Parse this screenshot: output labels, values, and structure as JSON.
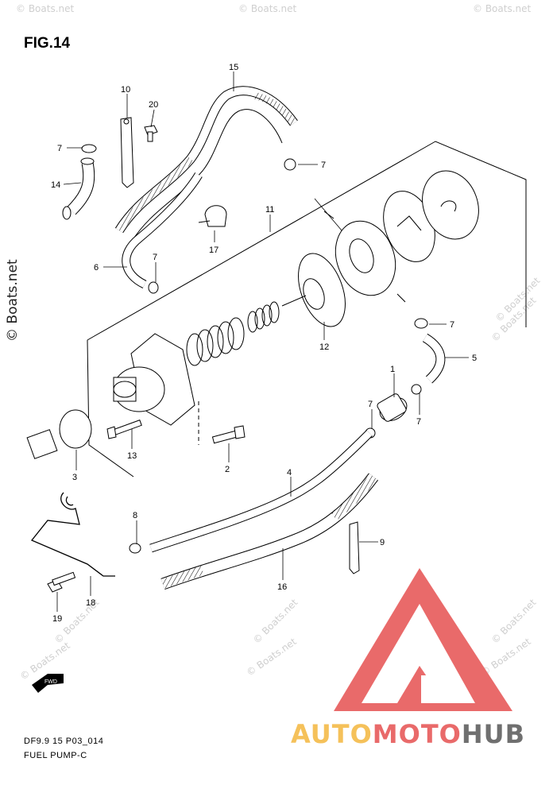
{
  "figure_title": "FIG.14",
  "caption_code": "DF9.9 15 P03_014",
  "caption_name": "FUEL PUMP-C",
  "watermarks": {
    "side": "© Boats.net",
    "small": "© Boats.net",
    "big": "© Boats.net"
  },
  "brand": {
    "part1": "AUTO",
    "part2": "MOTO",
    "part3": "HUB"
  },
  "part_numbers": [
    "1",
    "2",
    "3",
    "4",
    "5",
    "6",
    "7",
    "8",
    "9",
    "10",
    "11",
    "12",
    "13",
    "14",
    "15",
    "16",
    "17",
    "18",
    "19",
    "20"
  ],
  "callouts": {
    "p15": "15",
    "p10": "10",
    "p20": "20",
    "p7a": "7",
    "p7b": "7",
    "p14": "14",
    "p11": "11",
    "p17": "17",
    "p6": "6",
    "p7c": "7",
    "p7d": "7",
    "p5": "5",
    "p12": "12",
    "p1": "1",
    "p7e": "7",
    "p7f": "7",
    "p13": "13",
    "p3": "3",
    "p2": "2",
    "p4": "4",
    "p8": "8",
    "p9": "9",
    "p16": "16",
    "p18": "18",
    "p19": "19"
  },
  "colors": {
    "ink": "#000000",
    "logo_red": "#e96a6a",
    "logo_yellow": "#f5c15a",
    "logo_gray": "#6f6f6f"
  }
}
